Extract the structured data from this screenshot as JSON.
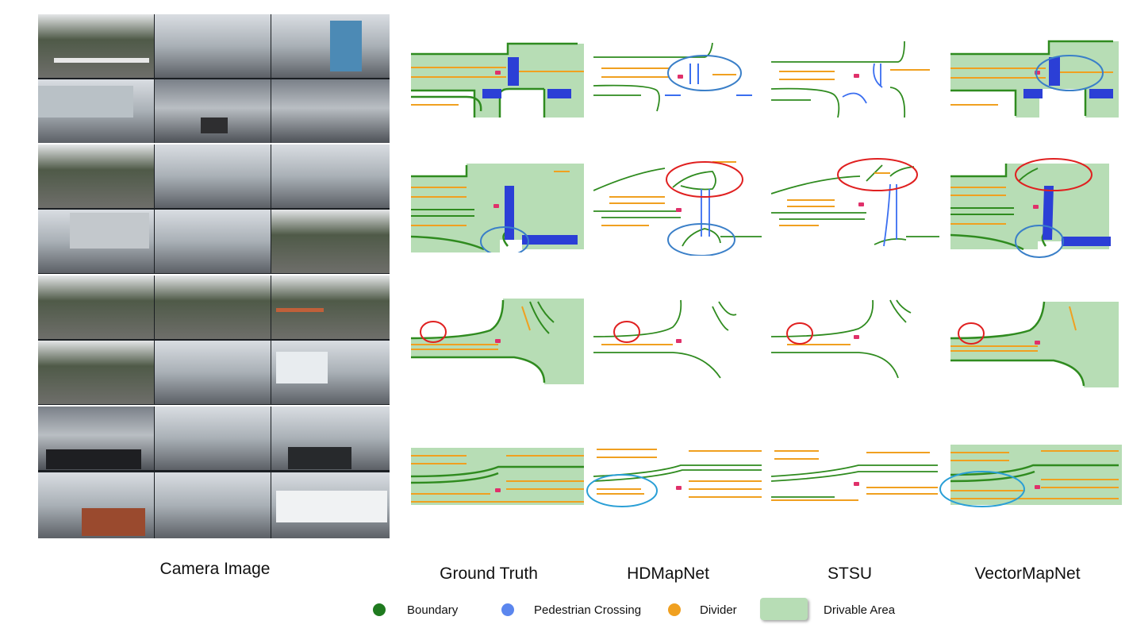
{
  "columns": {
    "camera": "Camera Image",
    "ground_truth": "Ground Truth",
    "hdmapnet": "HDMapNet",
    "stsu": "STSU",
    "vectormapnet": "VectorMapNet"
  },
  "legend": {
    "boundary": "Boundary",
    "pedestrian_crossing": "Pedestrian Crossing",
    "divider": "Divider",
    "drivable_area": "Drivable Area"
  },
  "colors": {
    "boundary": "#2f8b1f",
    "pedestrian_crossing": "#3a6ef0",
    "divider": "#f0a020",
    "drivable_area": "#b7ddb5",
    "ego_vehicle": "#e0306a",
    "highlight_red": "#e02020",
    "highlight_blue": "#3a7fc8"
  }
}
